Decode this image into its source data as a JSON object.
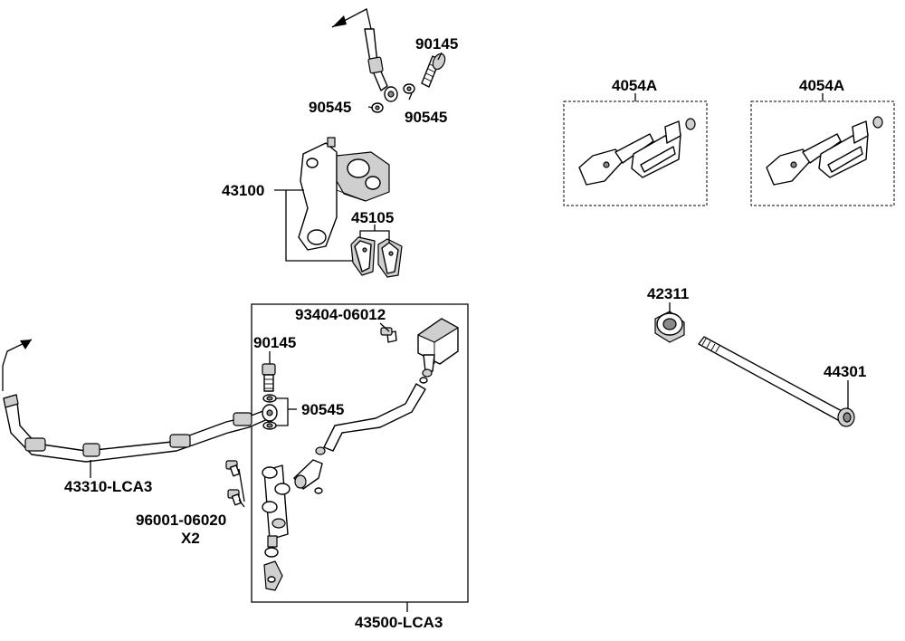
{
  "labels": {
    "banjo_bolt_top": "90145",
    "washer_top_left": "90545",
    "washer_top_right": "90545",
    "caliper": "43100",
    "brake_pads": "45105",
    "bracket_kit_left": "4054A",
    "bracket_kit_right": "4054A",
    "bushing": "42311",
    "rear_axle": "44301",
    "screw_reservoir": "93404-06012",
    "banjo_bolt_mid": "90145",
    "washer_mid": "90545",
    "brake_hose": "43310-LCA3",
    "bolt_master": "96001-06020",
    "bolt_qty": "X2",
    "master_cylinder_assy": "43500-LCA3"
  }
}
